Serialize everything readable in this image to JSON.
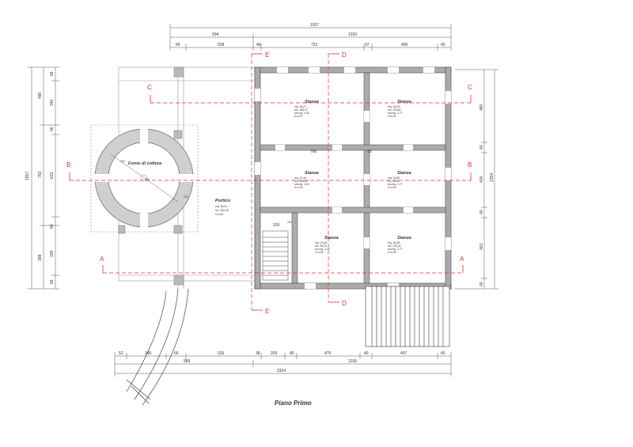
{
  "drawing_title": "Piano Primo",
  "sections": {
    "A": "A",
    "B": "B",
    "C": "C",
    "D": "D",
    "E": "E"
  },
  "dims_top_row1": [
    "1927"
  ],
  "dims_top_row2": [
    "594",
    "1333"
  ],
  "dims_top_row3": [
    "66",
    "528",
    "40",
    "722",
    "37",
    "495",
    "40"
  ],
  "dims_bottom_row1": [
    "52",
    "345",
    "66",
    "526",
    "38",
    "203",
    "40",
    "476",
    "40",
    "497",
    "40"
  ],
  "dims_bottom_row2": [
    "989",
    "1335"
  ],
  "dims_bottom_row3": [
    "2324"
  ],
  "dims_left_outer": [
    "1557"
  ],
  "dims_left_mid": [
    "496",
    "753",
    "398"
  ],
  "dims_left_inner": [
    "66",
    "340",
    "66",
    "623",
    "66",
    "336",
    "66"
  ],
  "dims_right_outer": [
    "1354"
  ],
  "dims_right_inner": [
    "480",
    "40",
    "434",
    "40",
    "463",
    "40"
  ],
  "interior_dims": {
    "d760": "760",
    "d15": "15",
    "d203": "203",
    "d115": "115"
  },
  "forno": {
    "label": "Forno di cottura",
    "r1": "120",
    "r2": "374",
    "r3": "120"
  },
  "porticato": {
    "label": "Portico",
    "l1": "mq. 93,41",
    "l2": "mc. 400,26",
    "l3": "h=4,81"
  },
  "rooms": [
    {
      "name": "Stanza",
      "l1": "mq. 36,27",
      "l2": "mc. 155,07",
      "l3": "s/a mq. 4,45",
      "l4": "h=4,27"
    },
    {
      "name": "Stanza",
      "l1": "mq. 28,23",
      "l2": "mc. 116,80",
      "l3": "s/a mq. 2,77",
      "l4": "h=4,05"
    },
    {
      "name": "Stanza",
      "l1": "mq. 31,44",
      "l2": "mc. 135,20",
      "l3": "s/a mq. 3,63",
      "l4": "h=4,30"
    },
    {
      "name": "Stanza",
      "l1": "mq. 23,88",
      "l2": "mc. 95,80",
      "l3": "s/a mq. 2,77",
      "l4": "h=4,00"
    },
    {
      "name": "Stanza",
      "l1": "mq. 23,48",
      "l2": "mc. 96,04",
      "l3": "s/a mq. 2,26",
      "l4": "h=4,09"
    },
    {
      "name": "Stanza",
      "l1": "mq. 26,48",
      "l2": "mc. 116,24",
      "l3": "s/a mq. 2,77",
      "l4": "h=4,39"
    }
  ]
}
